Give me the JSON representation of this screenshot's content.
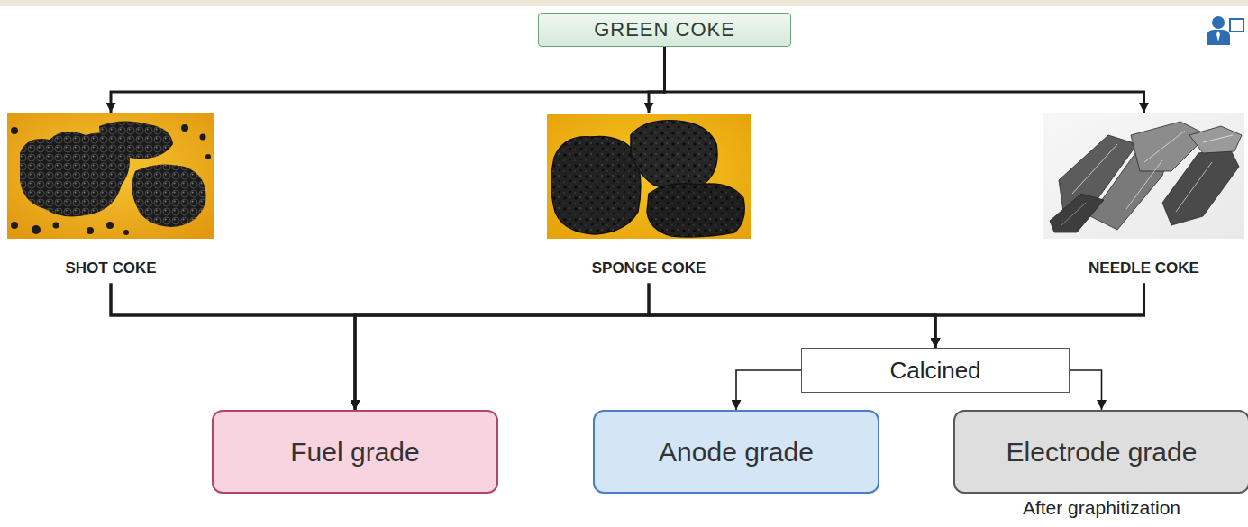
{
  "diagram": {
    "nodes": [
      {
        "text": [
          "GREEN COKE"
        ]
      },
      {
        "text": [
          "SHOT COKE"
        ]
      },
      {
        "text": [
          "SPONGE COKE"
        ]
      },
      {
        "text": [
          "NEEDLE COKE"
        ]
      },
      {
        "text": [
          "Calcined"
        ]
      },
      {
        "text": [
          "Fuel grade"
        ]
      },
      {
        "text": [
          "Anode grade"
        ]
      },
      {
        "text": [
          "Electrode grade",
          "After graphitization"
        ]
      }
    ],
    "edges": [
      {
        "from": 0,
        "to": 1,
        "arrow": "to"
      },
      {
        "from": 0,
        "to": 2,
        "arrow": "to"
      },
      {
        "from": 0,
        "to": 3,
        "arrow": "to"
      },
      {
        "from": 1,
        "to": 5,
        "arrow": "to"
      },
      {
        "from": 2,
        "to": 5,
        "arrow": "to"
      },
      {
        "from": 3,
        "to": 5,
        "arrow": "to"
      },
      {
        "from": 1,
        "to": 4,
        "arrow": "to"
      },
      {
        "from": 2,
        "to": 4,
        "arrow": "to"
      },
      {
        "from": 3,
        "to": 4,
        "arrow": "to"
      },
      {
        "from": 4,
        "to": 6,
        "arrow": "to"
      },
      {
        "from": 4,
        "to": 7,
        "arrow": "to"
      }
    ]
  }
}
